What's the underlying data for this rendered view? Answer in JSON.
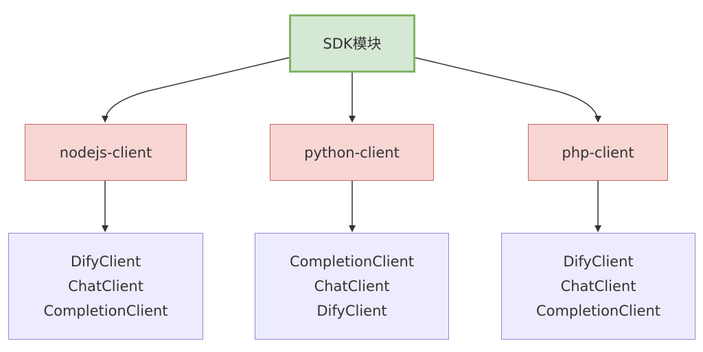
{
  "root": {
    "label": "SDK模块"
  },
  "clients": [
    {
      "label": "nodejs-client",
      "classes": [
        "DifyClient",
        "ChatClient",
        "CompletionClient"
      ]
    },
    {
      "label": "python-client",
      "classes": [
        "CompletionClient",
        "ChatClient",
        "DifyClient"
      ]
    },
    {
      "label": "php-client",
      "classes": [
        "DifyClient",
        "ChatClient",
        "CompletionClient"
      ]
    }
  ],
  "colors": {
    "root_fill": "#d5e8d4",
    "root_border": "#82b366",
    "client_fill": "#f8d6d4",
    "client_border": "#c9645f",
    "classes_fill": "#ececfe",
    "classes_border": "#9b82d6",
    "edge": "#333333"
  }
}
